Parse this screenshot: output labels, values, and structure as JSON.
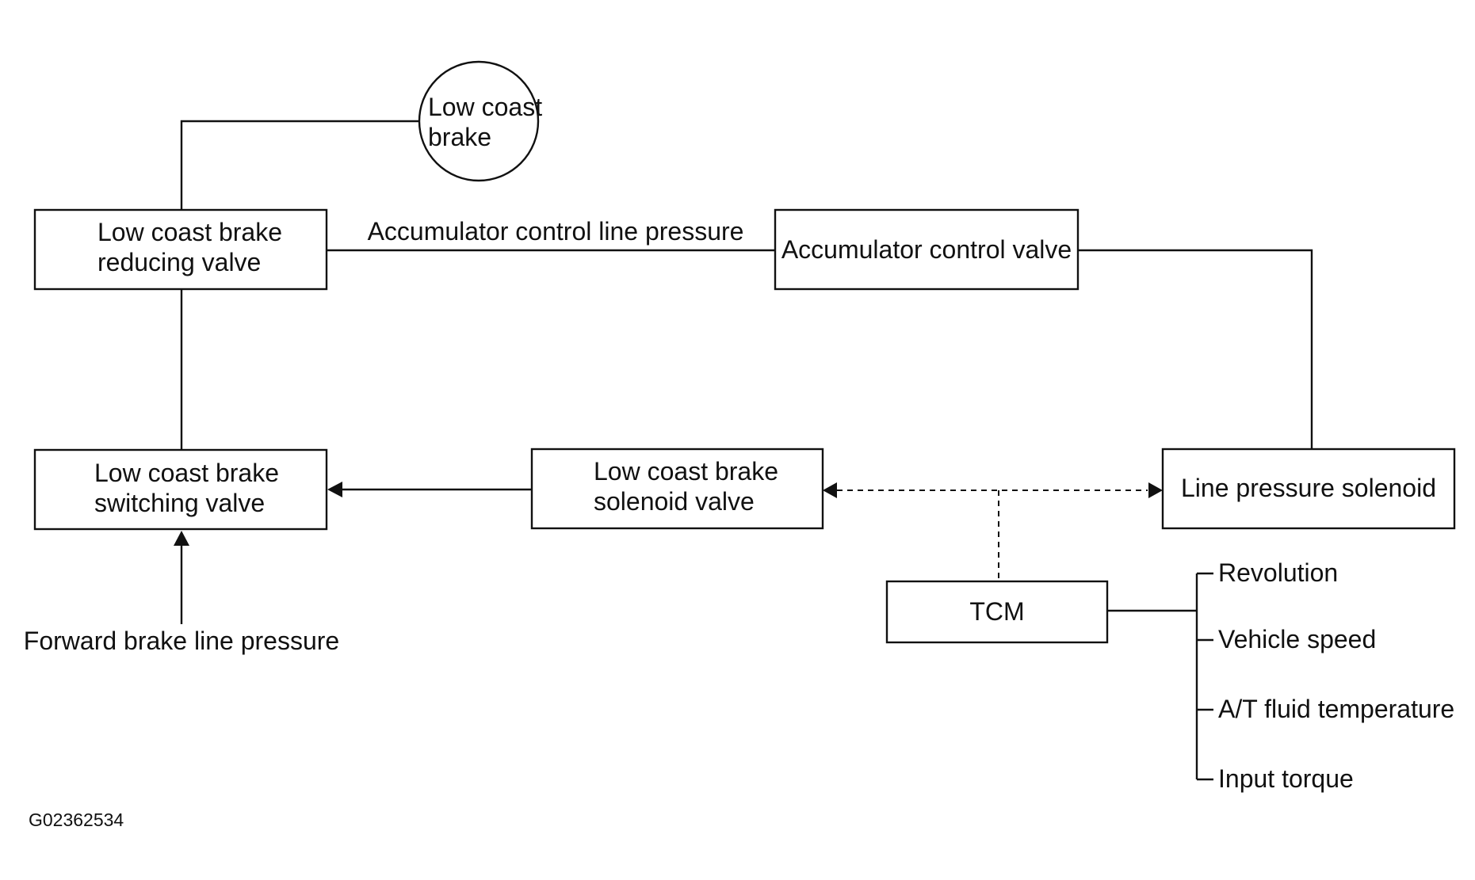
{
  "nodes": {
    "low_coast_brake": {
      "line1": "Low coast",
      "line2": "brake"
    },
    "reducing_valve": {
      "line1": "Low coast brake",
      "line2": "reducing valve"
    },
    "switching_valve": {
      "line1": "Low coast brake",
      "line2": "switching valve"
    },
    "accumulator_control_valve": {
      "label": "Accumulator control valve"
    },
    "solenoid_valve": {
      "line1": "Low coast brake",
      "line2": "solenoid valve"
    },
    "line_pressure_solenoid": {
      "label": "Line pressure solenoid"
    },
    "tcm": {
      "label": "TCM"
    }
  },
  "labels": {
    "accumulator_line": "Accumulator control line pressure",
    "forward_brake": "Forward brake line pressure"
  },
  "tcm_inputs": [
    "Revolution",
    "Vehicle speed",
    "A/T fluid temperature",
    "Input torque"
  ],
  "figure_code": "G02362534"
}
